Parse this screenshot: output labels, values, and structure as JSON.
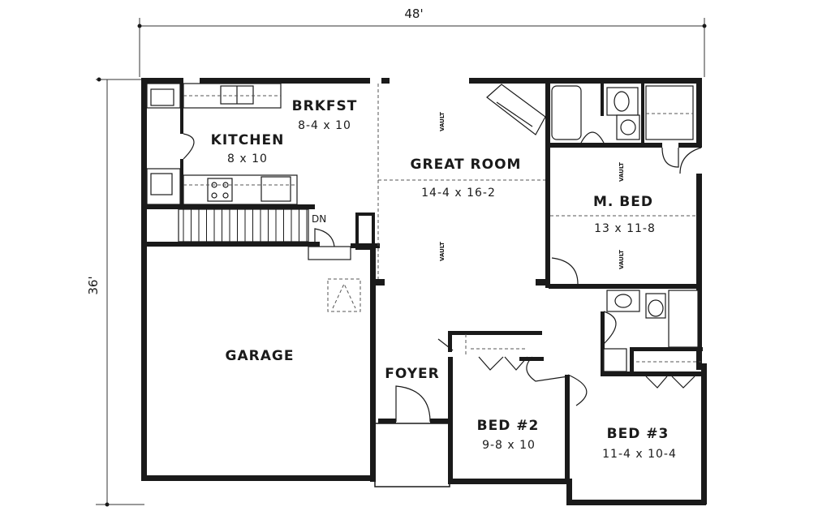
{
  "plan": {
    "overall_width": "48'",
    "overall_depth": "36'",
    "stair_label": "DN",
    "vault_label": "VAULT",
    "rooms": {
      "kitchen": {
        "name": "KITCHEN",
        "dims": "8 x 10"
      },
      "brkfst": {
        "name": "BRKFST",
        "dims": "8-4 x 10"
      },
      "great_room": {
        "name": "GREAT ROOM",
        "dims": "14-4 x 16-2"
      },
      "m_bed": {
        "name": "M. BED",
        "dims": "13 x 11-8"
      },
      "garage": {
        "name": "GARAGE",
        "dims": ""
      },
      "foyer": {
        "name": "FOYER",
        "dims": ""
      },
      "bed2": {
        "name": "BED #2",
        "dims": "9-8 x 10"
      },
      "bed3": {
        "name": "BED #3",
        "dims": "11-4 x 10-4"
      }
    }
  }
}
